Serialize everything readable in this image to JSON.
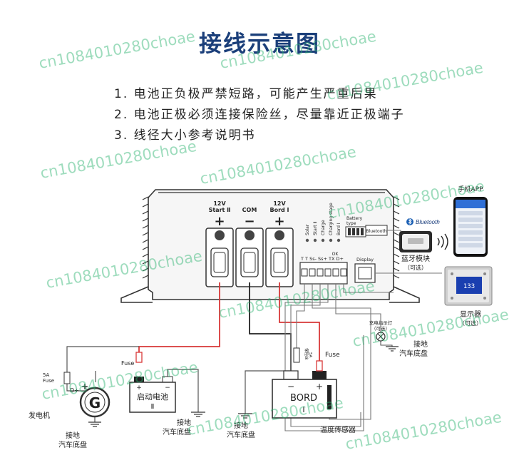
{
  "title": "接线示意图",
  "notes": [
    "1. 电池正负极严禁短路，可能产生严重后果",
    "2. 电池正极必须连接保险丝，尽量靠近正极端子",
    "3. 线径大小参考说明书"
  ],
  "watermark": "cn1084010280choae",
  "terminals": {
    "start": [
      "12V",
      "Start Ⅱ"
    ],
    "com": "COM",
    "bord": [
      "12V",
      "Bord Ⅰ"
    ]
  },
  "indicators": [
    "Solar",
    "Start Ⅱ",
    "Charge",
    "Charging stage",
    "Bord Ⅰ"
  ],
  "battery_type": [
    "Battery",
    "type"
  ],
  "bluetooth_port": "Bluetooth",
  "display_port": "Display",
  "ok_label": "OK",
  "pin_labels": "T   T  Ss- Ss+ TX D+",
  "bluetooth_logo": "Bluetooth",
  "bluetooth_module": [
    "蓝牙模块",
    "（可选）"
  ],
  "phone_label": "手机APP",
  "display_unit": [
    "显示器",
    "（可选）"
  ],
  "display_value": "133",
  "charge_lamp": [
    "充电指示灯",
    "（可选）"
  ],
  "ground_chassis": [
    "接地",
    "汽车底盘"
  ],
  "fuse": "Fuse",
  "fuse_5a": [
    "5A",
    "Fuse"
  ],
  "fuse_vertical": [
    "保险丝",
    "5A"
  ],
  "d_plus": "D+",
  "generator_symbol": "G",
  "generator_label": "发电机",
  "start_battery": [
    "启动电池",
    "Ⅱ"
  ],
  "bord_battery": [
    "BORD",
    "Ⅰ"
  ],
  "temp_sensor": "温度传感器",
  "plus": "+",
  "minus": "−"
}
